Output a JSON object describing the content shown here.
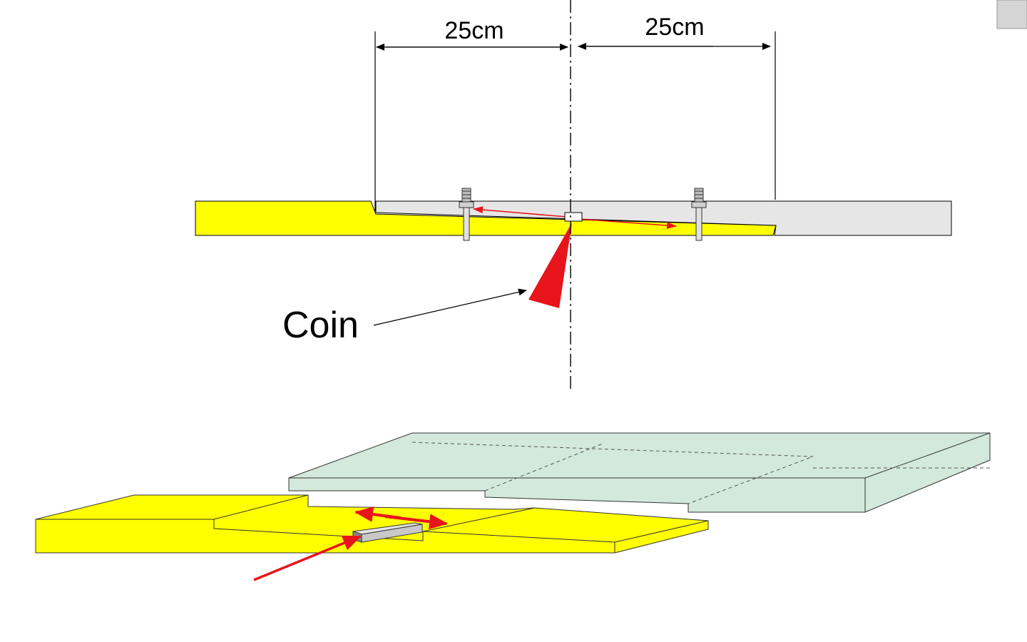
{
  "labels": {
    "dimension_left": "25cm",
    "dimension_right": "25cm",
    "wedge": "Coin"
  },
  "colors": {
    "yellow_slab": "#ffff00",
    "grey_slab": "#e6e6e6",
    "green_slab": "#d3e9db",
    "arrow_red": "#e8141b",
    "line": "#000000",
    "bar_grey": "#c8c8c8"
  }
}
